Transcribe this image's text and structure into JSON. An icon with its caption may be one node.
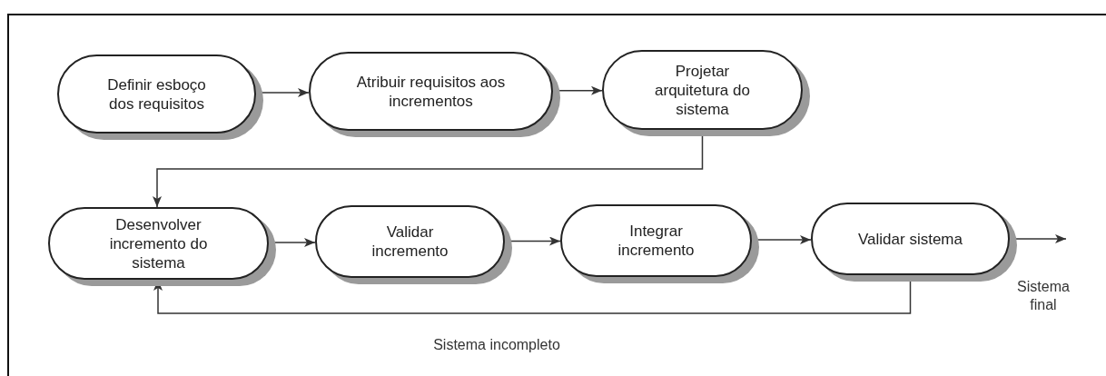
{
  "diagram": {
    "nodes": [
      {
        "text": [
          "Definir esboço dos requisitos"
        ]
      },
      {
        "text": [
          "Atribuir requisitos aos incrementos"
        ]
      },
      {
        "text": [
          "Projetar arquitetura do sistema"
        ]
      },
      {
        "text": [
          "Desenvolver incremento do sistema"
        ]
      },
      {
        "text": [
          "Validar incremento"
        ]
      },
      {
        "text": [
          "Integrar incremento"
        ]
      },
      {
        "text": [
          "Validar sistema"
        ]
      }
    ],
    "edges": [
      {
        "from": 0,
        "to": 1,
        "arrow": "to"
      },
      {
        "from": 1,
        "to": 2,
        "arrow": "to"
      },
      {
        "from": 2,
        "to": 3,
        "arrow": "to"
      },
      {
        "from": 3,
        "to": 4,
        "arrow": "to"
      },
      {
        "from": 4,
        "to": 5,
        "arrow": "to"
      },
      {
        "from": 5,
        "to": 6,
        "arrow": "to"
      },
      {
        "from": 6,
        "to": 3,
        "arrow": "to",
        "label": "Sistema incompleto"
      },
      {
        "from": 6,
        "to": null,
        "arrow": "to",
        "label": "Sistema final"
      }
    ]
  }
}
